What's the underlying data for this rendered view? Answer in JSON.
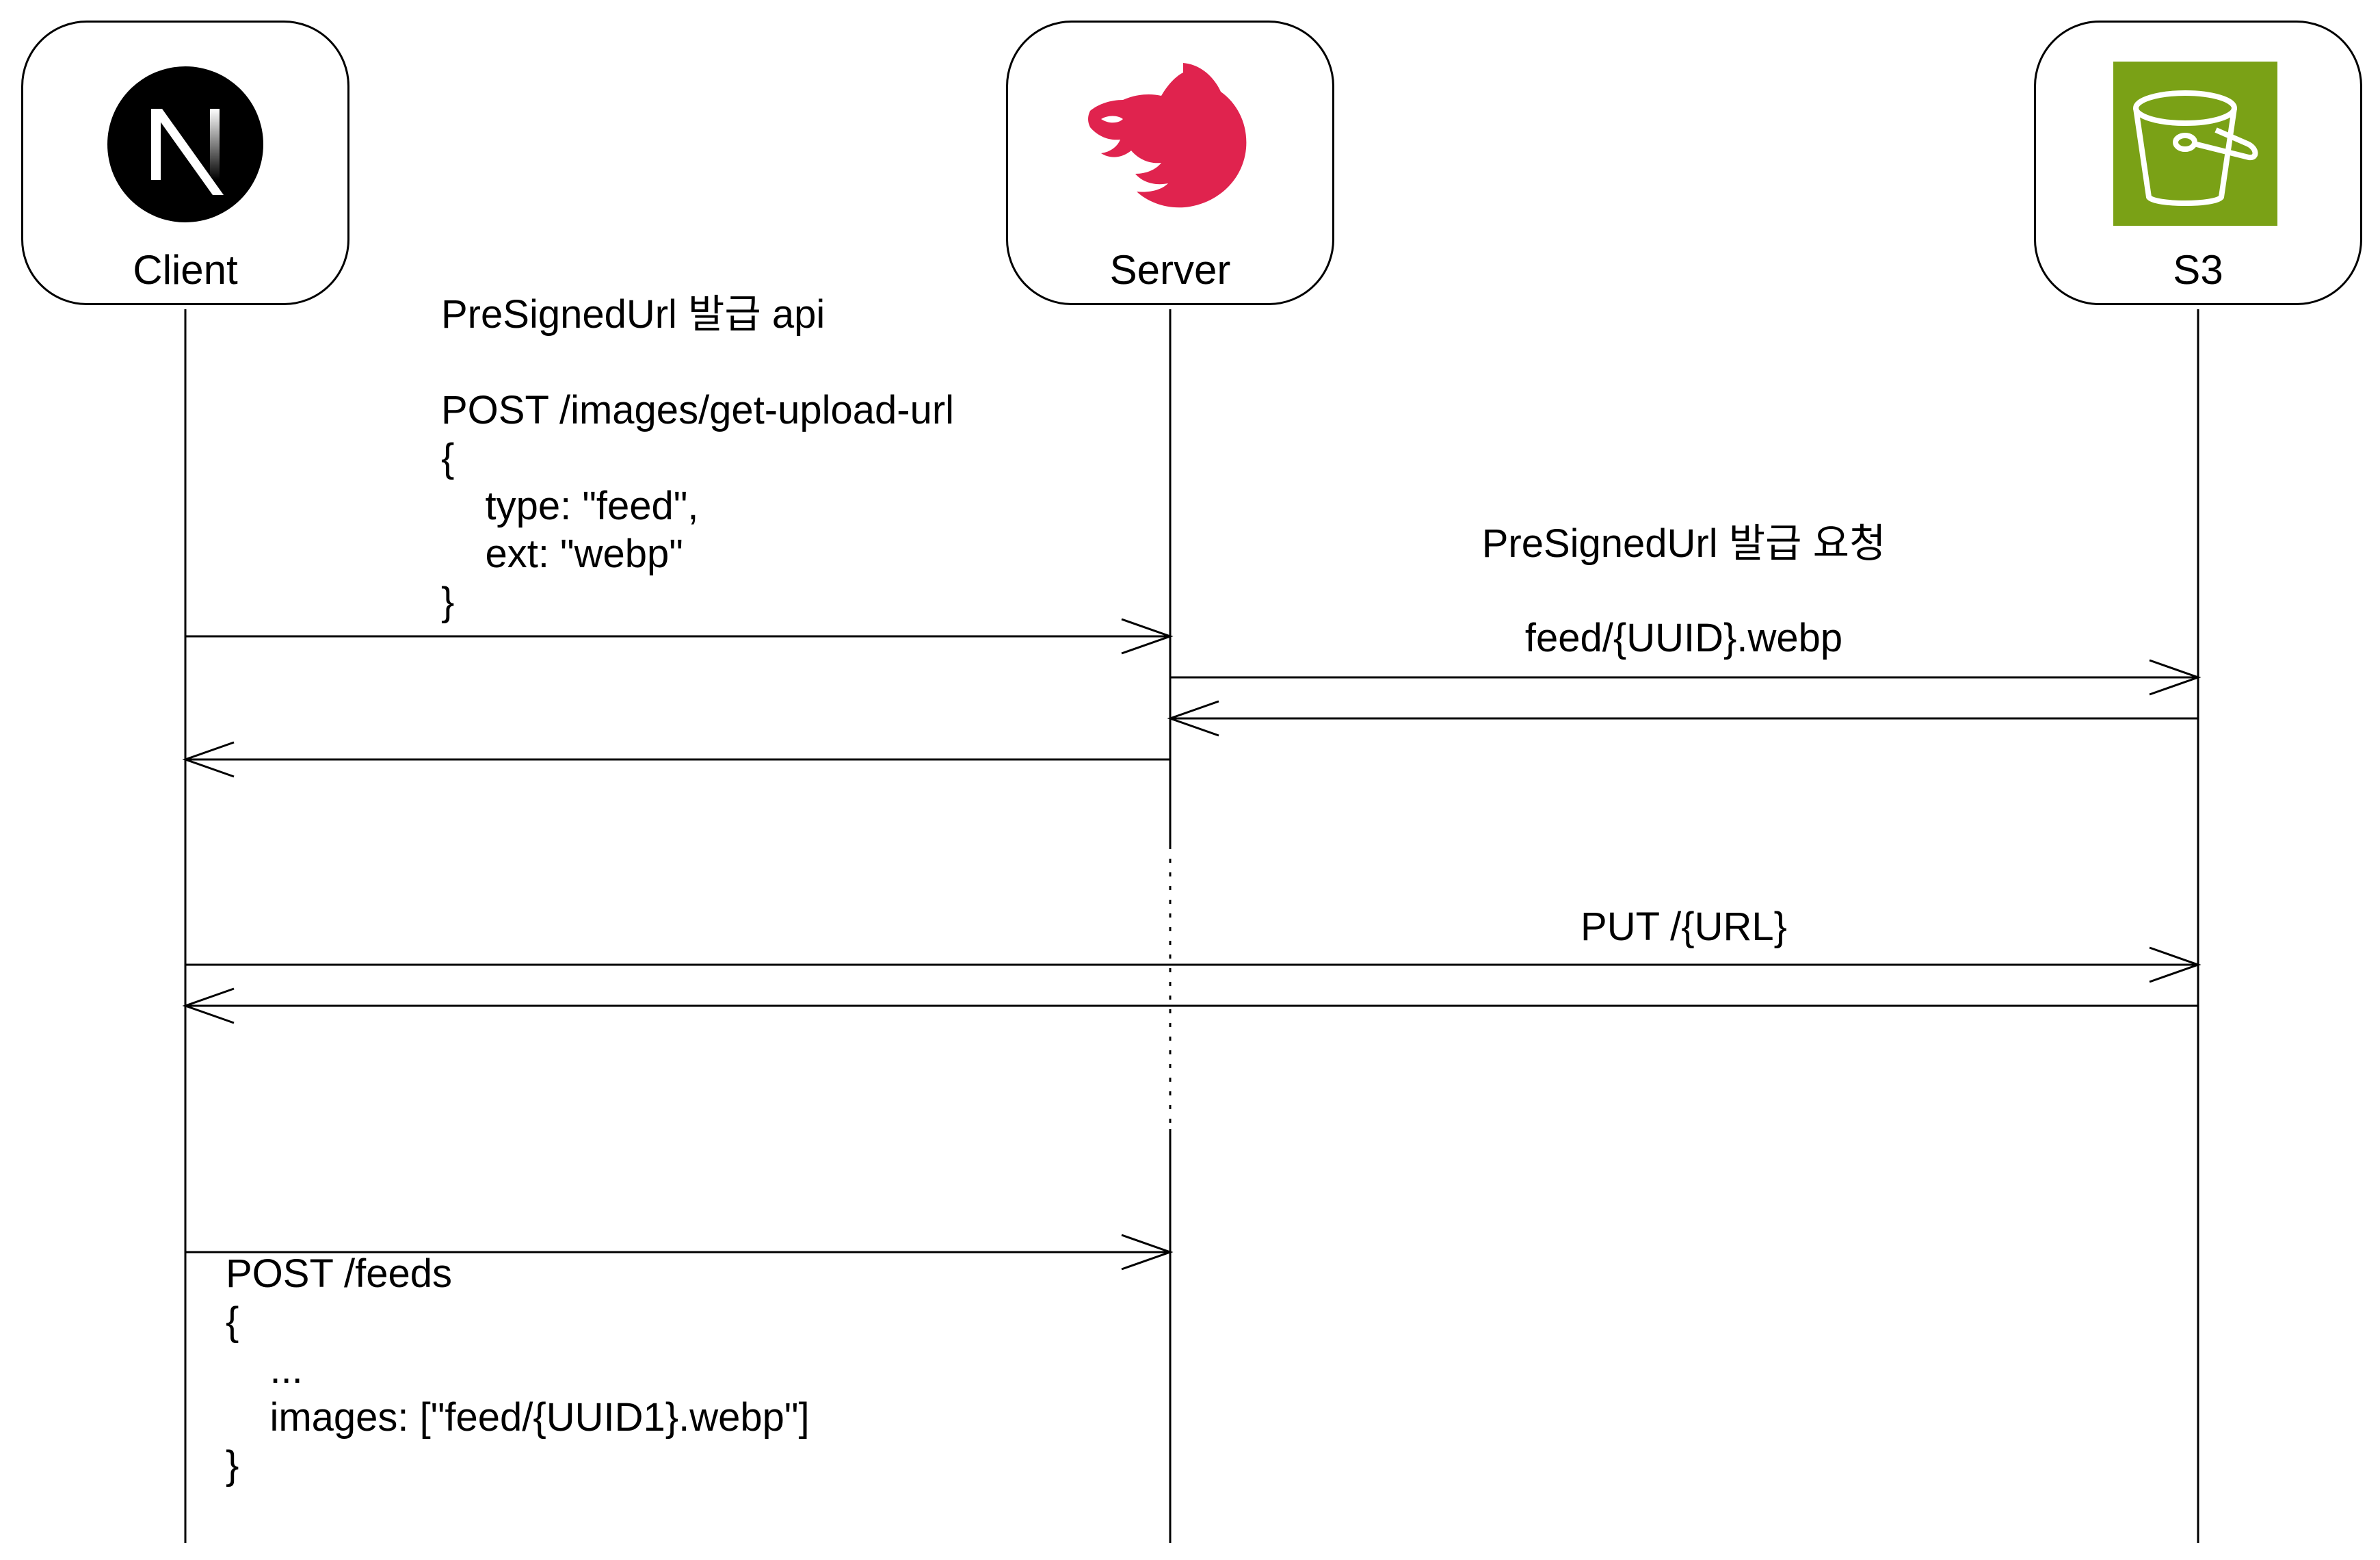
{
  "actors": {
    "client": {
      "label": "Client",
      "logo": "nextjs-logo-icon"
    },
    "server": {
      "label": "Server",
      "logo": "nestjs-logo-icon"
    },
    "s3": {
      "label": "S3",
      "logo": "s3-bucket-icon",
      "logo_color": "#7aa116"
    }
  },
  "messages": {
    "presign_api": {
      "line1": "PreSignedUrl 발급 api",
      "line2": "POST /images/get-upload-url",
      "line3": "{",
      "line4": "    type: \"feed\",",
      "line5": "    ext: \"webp\"",
      "line6": "}"
    },
    "presign_request": {
      "line1": "PreSignedUrl 발급 요청",
      "line2": "feed/{UUID}.webp"
    },
    "put_url": {
      "line1": "PUT /{URL}"
    },
    "post_feeds": {
      "line1": "POST /feeds",
      "line2": "{",
      "line3": "    ...",
      "line4": "    images: [\"feed/{UUID1}.webp\"]",
      "line5": "}"
    }
  },
  "colors": {
    "stroke": "#000000",
    "nest_red": "#e0234e",
    "s3_green": "#7aa116"
  }
}
